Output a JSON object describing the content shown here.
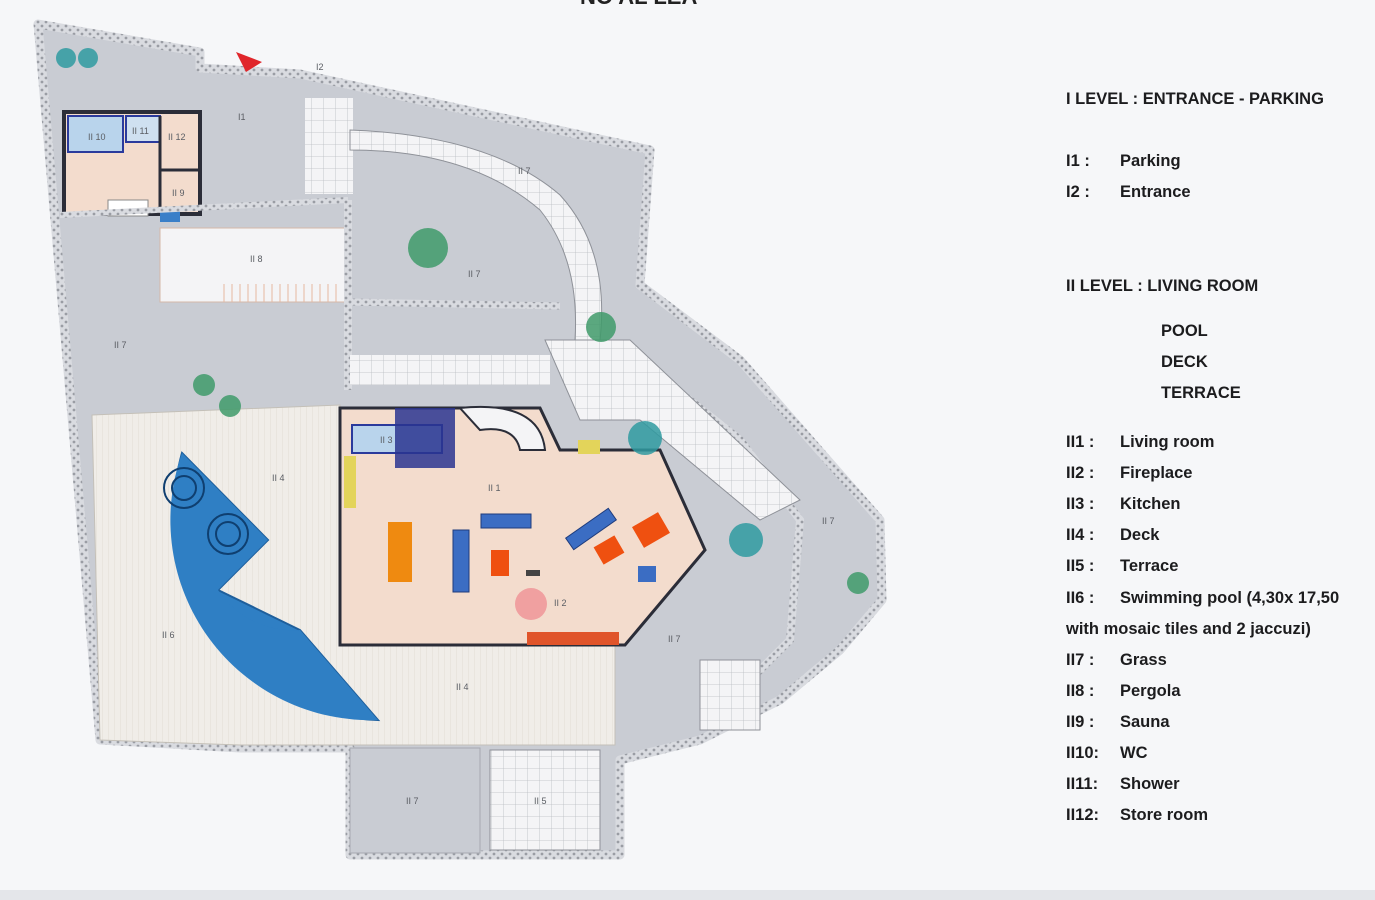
{
  "plan": {
    "top_title_fragment": "NO  AL  LEA",
    "labels": {
      "I1": "I1",
      "I2": "I2",
      "II1": "II 1",
      "II2": "II 2",
      "II3": "II 3",
      "II4_top": "II 4",
      "II4_bottom": "II 4",
      "II5": "II 5",
      "II6": "II 6",
      "II7_a": "II 7",
      "II7_b": "II 7",
      "II7_c": "II 7",
      "II7_d": "II 7",
      "II7_e": "II 7",
      "II7_f": "II 7",
      "II8": "II 8",
      "II9": "II 9",
      "II10": "II 10",
      "II11": "II 11",
      "II12": "II 12"
    },
    "colors": {
      "grass": "#c9ccd3",
      "wall": "#8e9198",
      "deck": "#f0ede8",
      "living": "#f3dccd",
      "pool": "#2f7fc4",
      "entrance_arrow": "#e0262b"
    }
  },
  "legend": {
    "level1": {
      "title": "I LEVEL :  ENTRANCE - PARKING",
      "items": [
        {
          "code": "I1 :",
          "desc": "Parking"
        },
        {
          "code": "I2 :",
          "desc": "Entrance"
        }
      ]
    },
    "level2": {
      "title": "II LEVEL :  LIVING ROOM",
      "continuation": [
        "POOL",
        "DECK",
        "TERRACE"
      ],
      "items": [
        {
          "code": "II1 :",
          "desc": "Living room"
        },
        {
          "code": "II2 :",
          "desc": "Fireplace"
        },
        {
          "code": "II3 :",
          "desc": "Kitchen"
        },
        {
          "code": "II4 :",
          "desc": "Deck"
        },
        {
          "code": "II5 :",
          "desc": "Terrace"
        },
        {
          "code": "II6 :",
          "desc": "Swimming pool (4,30x 17,50"
        },
        {
          "code": "",
          "desc": "with mosaic tiles and 2 jaccuzi)"
        },
        {
          "code": "II7 :",
          "desc": "Grass"
        },
        {
          "code": "II8 :",
          "desc": "Pergola"
        },
        {
          "code": "II9 :",
          "desc": "Sauna"
        },
        {
          "code": "II10:",
          "desc": "WC"
        },
        {
          "code": "II11:",
          "desc": "Shower"
        },
        {
          "code": "II12:",
          "desc": "Store room"
        }
      ]
    }
  }
}
